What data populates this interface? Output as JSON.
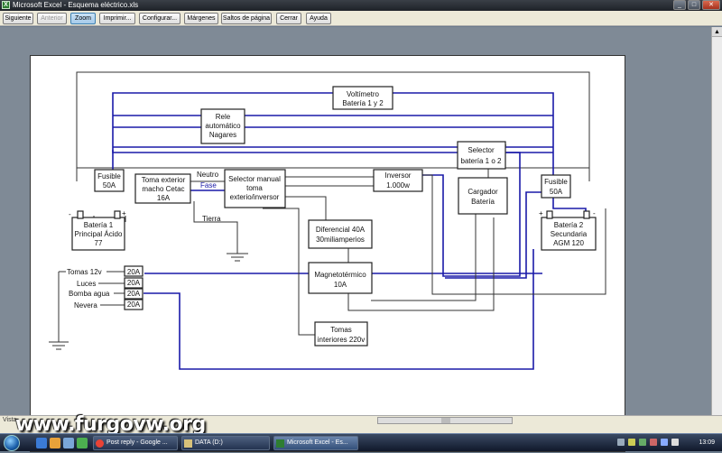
{
  "window": {
    "title": "Microsoft Excel - Esquema eléctrico.xls",
    "app_icon": "excel-icon"
  },
  "toolbar": {
    "buttons": [
      "Siguiente",
      "Anterior",
      "Zoom",
      "Imprimir...",
      "Configurar...",
      "Márgenes",
      "Saltos de página",
      "Cerrar",
      "Ayuda"
    ]
  },
  "diagram": {
    "voltimetro": [
      "Voltímetro",
      "Batería 1 y 2"
    ],
    "rele": [
      "Rele",
      "automático",
      "Nagares"
    ],
    "selector_bat": [
      "Selector",
      "batería 1 o 2"
    ],
    "fusible_izq": [
      "Fusible",
      "50A"
    ],
    "fusible_der": [
      "Fusible",
      "50A"
    ],
    "toma_exterior": [
      "Toma exterior",
      "macho Cetac",
      "16A"
    ],
    "selector_manual": [
      "Selector manual",
      "toma",
      "exterio/inversor"
    ],
    "inversor": [
      "Inversor",
      "1.000w"
    ],
    "cargador": [
      "Cargador",
      "Batería"
    ],
    "bateria1": [
      "Batería 1",
      "Principal Ácido",
      "77"
    ],
    "bateria2": [
      "Batería 2",
      "Secundaria",
      "AGM 120"
    ],
    "diferencial": [
      "Diferencial 40A",
      "30miliamperios"
    ],
    "magneto": [
      "Magnetotérmico",
      "10A"
    ],
    "tomas_int": [
      "Tomas",
      "interiores 220v"
    ],
    "neutro": "Neutro",
    "fase": "Fase",
    "tierra": "Tierra",
    "minus": "-",
    "plus": "+",
    "circuits": [
      {
        "label": "Tomas 12v",
        "fuse": "20A"
      },
      {
        "label": "Luces",
        "fuse": "20A"
      },
      {
        "label": "Bomba agua",
        "fuse": "20A"
      },
      {
        "label": "Nevera",
        "fuse": "20A"
      }
    ]
  },
  "status": {
    "text": "Vista"
  },
  "watermark": "www.furgovw.org",
  "taskbar": {
    "tasks": [
      "Post reply - Google ...",
      "DATA (D:)",
      "Microsoft Excel - Es..."
    ],
    "clock": "13:09"
  },
  "colors": {
    "wire_blue": "#1a1aa8",
    "wire_dark": "#222222"
  }
}
